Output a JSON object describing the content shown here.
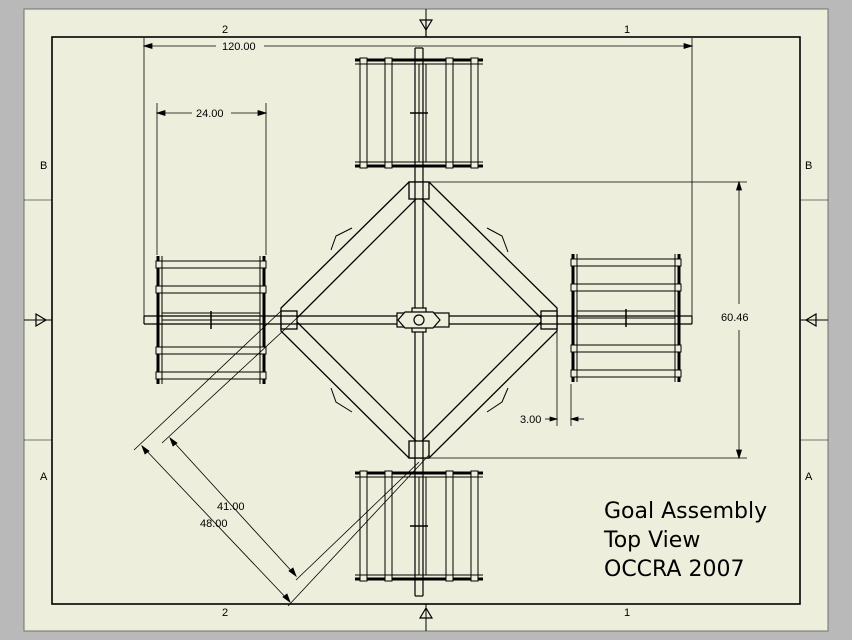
{
  "drawing": {
    "title_lines": [
      "Goal Assembly",
      "Top View",
      "OCCRA 2007"
    ],
    "zone_columns": {
      "left": "2",
      "right": "1"
    },
    "zone_rows": {
      "upper": "B",
      "lower": "A"
    },
    "dimensions": {
      "overall_width": "120.00",
      "goal_width": "24.00",
      "frame_height": "60.46",
      "gap": "3.00",
      "diag_inner": "41.00",
      "diag_outer": "48.00"
    }
  },
  "colors": {
    "paper": "#eeeedd",
    "outer": "#b9b9b9",
    "line": "#000000"
  }
}
